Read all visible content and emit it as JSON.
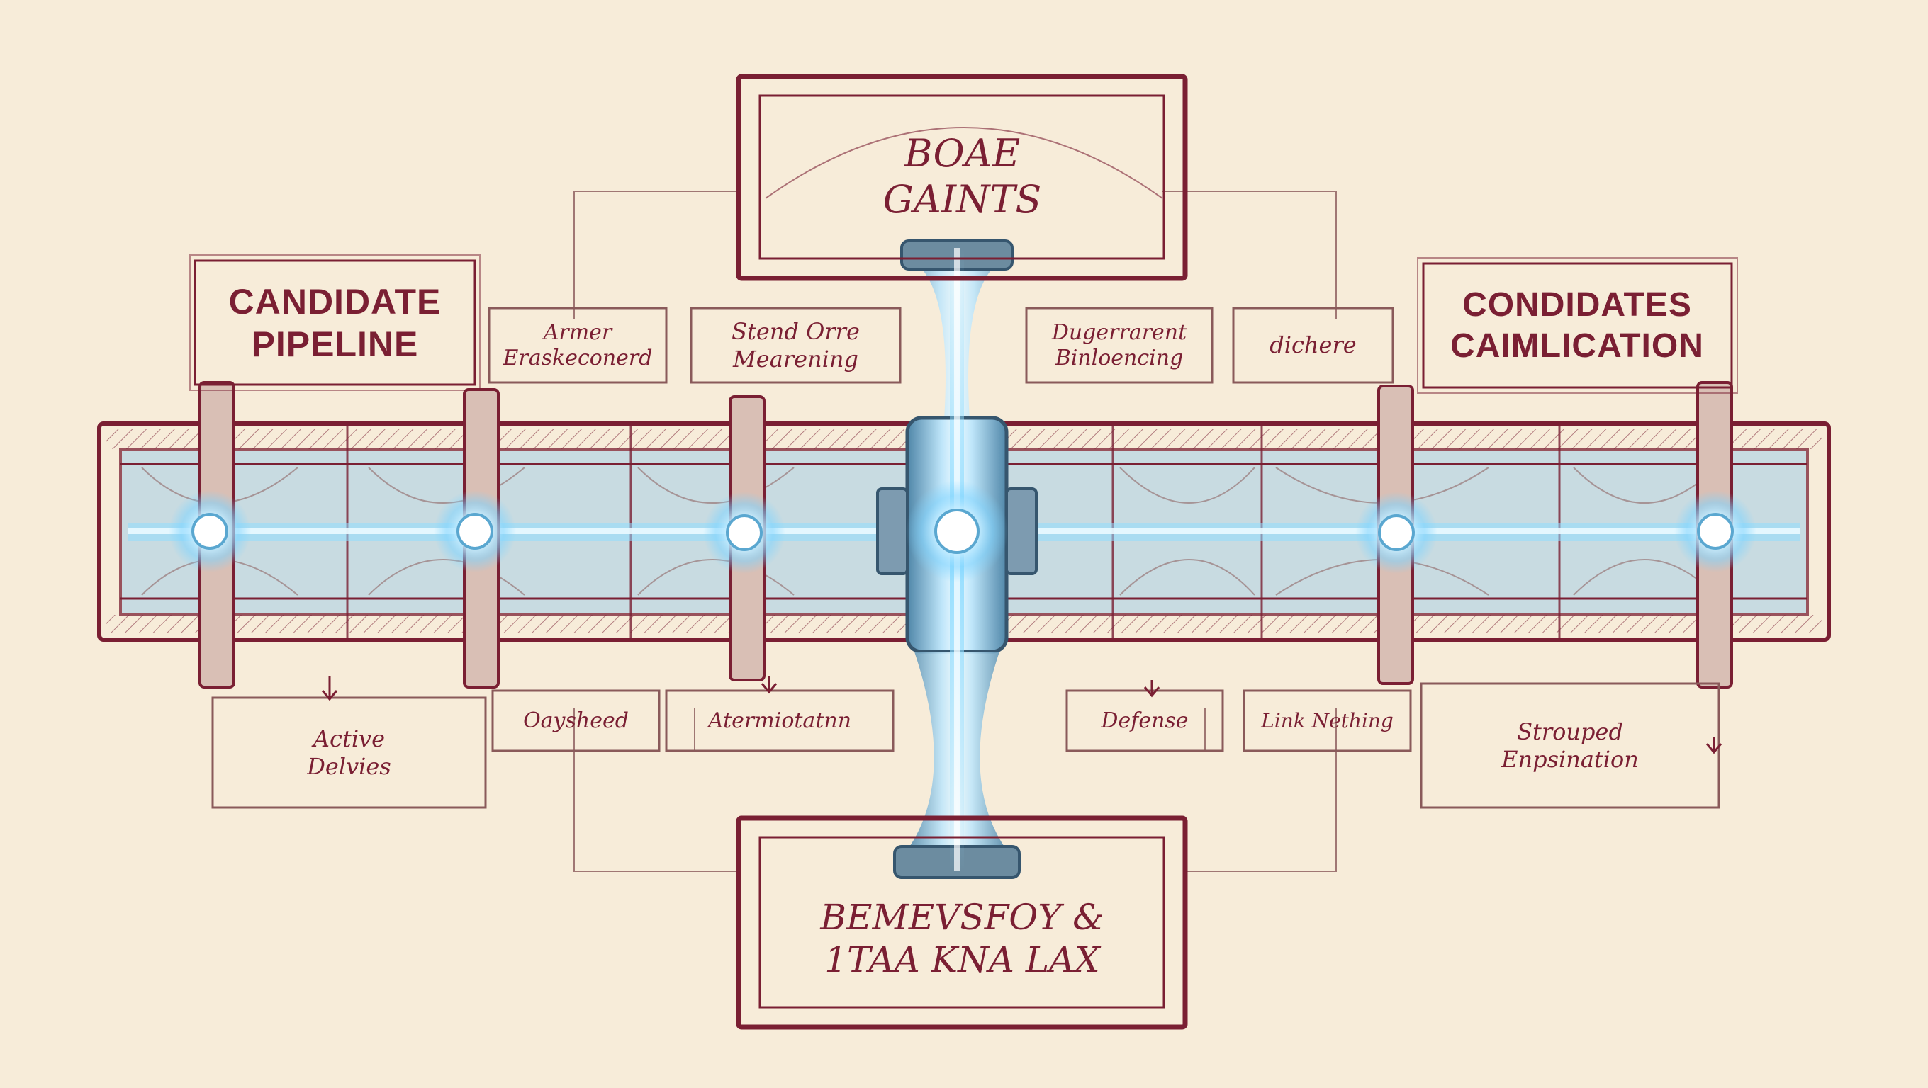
{
  "colors": {
    "paper": "#f7ecd9",
    "ink": "#7a1f33",
    "sketch": "#8a5a5a",
    "pipe_fill": "#b9d6e4",
    "glow": "#6fd0ff",
    "glow_core": "#ffffff"
  },
  "boxes": {
    "top_center": "BOAE\nGAINTS",
    "left_title": "CANDIDATE\nPIPELINE",
    "right_title": "CONDIDATES\nCAIMLICATION",
    "bottom_center": "BEMEVSFOY &\n1TAA KNA LAX"
  },
  "upper_labels": [
    "Armer\nEraskeconerd",
    "Stend Orre\nMearening",
    "Dugerrarent\nBinloencing",
    "dichere"
  ],
  "lower_labels": [
    "Active\nDelvies",
    "Oaysheed",
    "Atermiotatnn",
    "Defense",
    "Link Nething",
    "Strouped\nEnpsination"
  ],
  "icons": {
    "node": "glowing-node-icon",
    "arrow": "down-arrow-icon"
  }
}
